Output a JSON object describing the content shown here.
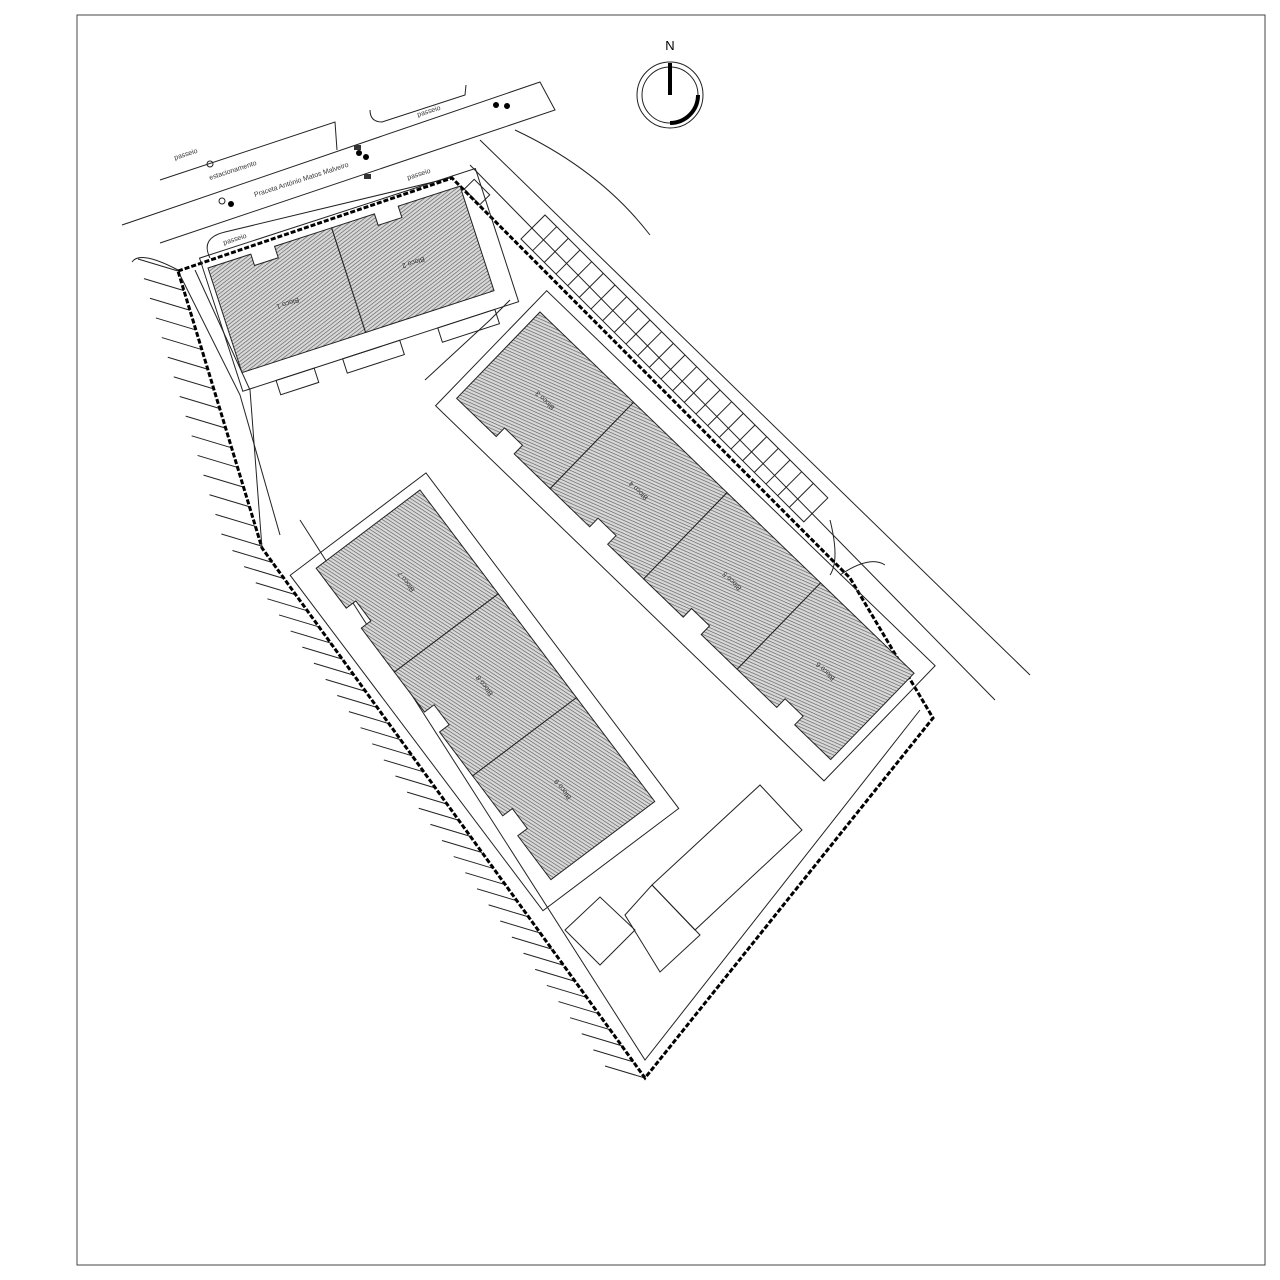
{
  "compass": {
    "label": "N"
  },
  "street": {
    "name": "Praceta António Matos Malveiro"
  },
  "labels": {
    "passeio_1": "passeio",
    "passeio_2": "passeio",
    "passeio_3": "passeio",
    "passeio_4": "passeio",
    "estacionamento": "estacionamento"
  },
  "blocks": [
    "Bloco 1",
    "Bloco 2",
    "Bloco 3",
    "Bloco 4",
    "Bloco 5",
    "Bloco 6",
    "Bloco 7",
    "Bloco 8",
    "Bloco 9"
  ],
  "colors": {
    "line": "#222222",
    "hatch": "#555555",
    "background": "#ffffff"
  }
}
